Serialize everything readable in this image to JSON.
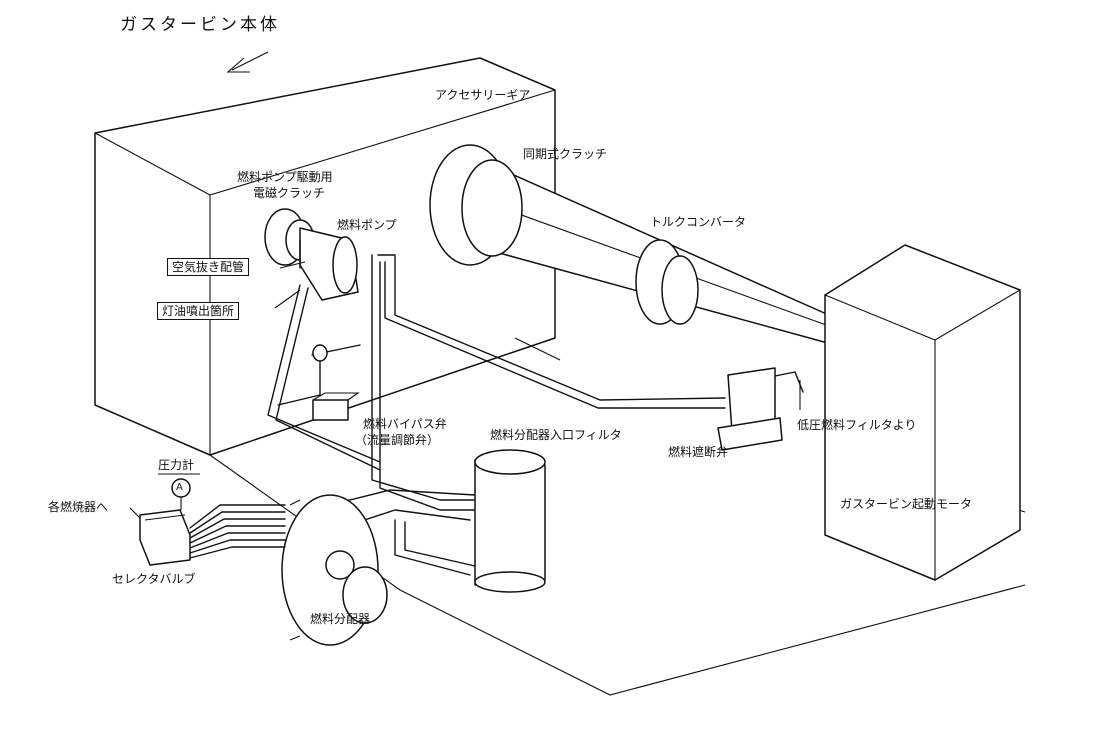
{
  "labels": {
    "title": "ガスタービン本体",
    "accessory_gear": "アクセサリーギア",
    "sync_clutch": "同期式クラッチ",
    "pump_clutch_line1": "燃料ポンプ駆動用",
    "pump_clutch_line2": "電磁クラッチ",
    "fuel_pump": "燃料ポンプ",
    "torque_converter": "トルクコンバータ",
    "air_vent_pipe": "空気抜き配管",
    "kerosene_outlet": "灯油噴出箇所",
    "bypass_valve_line1": "燃料バイパス弁",
    "bypass_valve_line2": "（流量調節弁）",
    "distributor_inlet_filter": "燃料分配器入口フィルタ",
    "fuel_shutoff_valve": "燃料遮断弁",
    "from_lp_filter": "低圧燃料フィルタより",
    "pressure_gauge": "圧力計",
    "gauge_symbol": "A",
    "to_combustors": "各燃焼器へ",
    "selector_valve": "セレクタバルブ",
    "fuel_distributor": "燃料分配器",
    "starter_motor": "ガスタービン起動モータ"
  }
}
